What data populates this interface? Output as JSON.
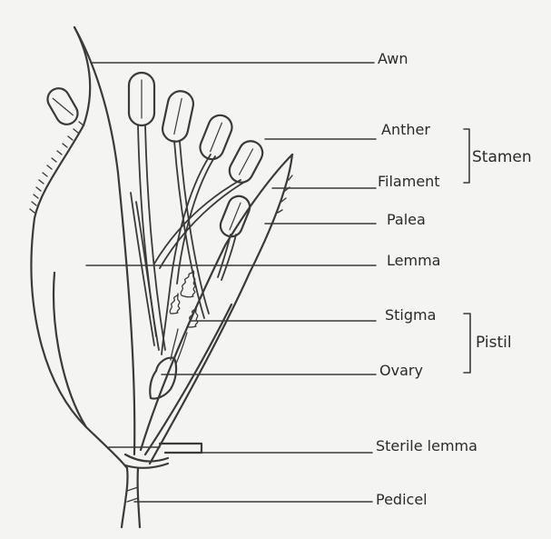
{
  "labels": {
    "awn": "Awn",
    "anther": "Anther",
    "filament": "Filament",
    "palea": "Palea",
    "lemma": "Lemma",
    "stigma": "Stigma",
    "ovary": "Ovary",
    "sterile_lemma": "Sterile lemma",
    "pedicel": "Pedicel"
  },
  "groups": {
    "stamen": "Stamen",
    "pistil": "Pistil"
  }
}
